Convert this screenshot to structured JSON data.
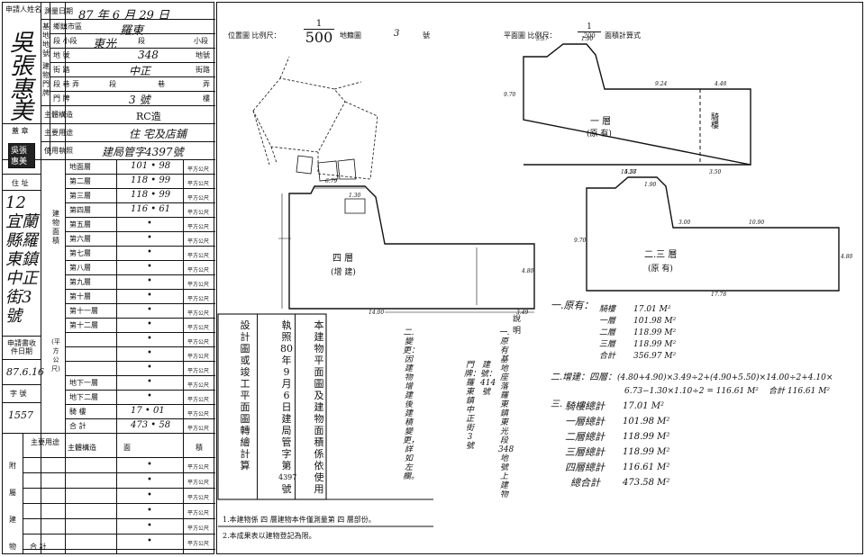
{
  "form": {
    "applicant_label": "申請人姓名",
    "applicant_name_chars": [
      "吳",
      "張",
      "惠",
      "美"
    ],
    "survey_date_label": "測量日期",
    "survey_date": "87 年 6 月 29 日",
    "site_label": "基地地號",
    "township_label": "鄉鎮市區",
    "township": "羅東",
    "section_label": "段 小段",
    "section": "東光",
    "section_suffix": "段",
    "subsection_suffix": "小段",
    "lot_label": "地 號",
    "lot": "348",
    "lot_suffix": "地號",
    "address_label": "建物門牌",
    "street_label": "街 路",
    "street": "中正",
    "street_suffix": "街路",
    "lane_label": "段 巷 弄",
    "lane_values": [
      "段",
      "巷",
      "弄"
    ],
    "number_label": "門 牌",
    "number": "3 號",
    "floor_suffix": "樓",
    "structure_label": "主體構造",
    "structure": "RC造",
    "stamp_label": "蓋 章",
    "use_label": "主要用途",
    "use": "住 宅及店鋪",
    "permit_label": "使用執照",
    "permit": "建局管字4397號",
    "owner_seal": "吳張惠美",
    "address_side_label": "住 址",
    "address_chars": "12 宜蘭縣羅東鎮中正街3號",
    "building_label": "建物面積",
    "unit": "平方公尺",
    "floors": [
      {
        "name": "地面層",
        "area": "101 • 98"
      },
      {
        "name": "第二層",
        "area": "118 • 99"
      },
      {
        "name": "第三層",
        "area": "118 • 99"
      },
      {
        "name": "第四層",
        "area": "116 • 61"
      },
      {
        "name": "第五層",
        "area": "•"
      },
      {
        "name": "第六層",
        "area": "•"
      },
      {
        "name": "第七層",
        "area": "•"
      },
      {
        "name": "第八層",
        "area": "•"
      },
      {
        "name": "第九層",
        "area": "•"
      },
      {
        "name": "第十層",
        "area": "•"
      },
      {
        "name": "第十一層",
        "area": "•"
      },
      {
        "name": "第十二層",
        "area": "•"
      },
      {
        "name": "",
        "area": "•"
      },
      {
        "name": "",
        "area": "•"
      },
      {
        "name": "",
        "area": "•"
      },
      {
        "name": "地下一層",
        "area": "•"
      },
      {
        "name": "地下二層",
        "area": "•"
      },
      {
        "name": "騎 樓",
        "area": "17 • 01"
      },
      {
        "name": "合 計",
        "area": "473 • 58"
      }
    ],
    "apply_date_label": "申請書收件日期",
    "apply_date": "87.6.16",
    "doc_no_label": "字 號",
    "doc_no": "1557",
    "unit_side": "(平方公尺)",
    "annex_label": "附屬建物",
    "annex_headers": [
      "主要用途",
      "主體構造",
      "面",
      "積"
    ],
    "annex_total": "合 計"
  },
  "plan": {
    "location_label": "位置圖 比例尺：",
    "location_scale_num": "1",
    "location_scale_den": "500",
    "location_suffix": "地籍圖",
    "location_no_suffix": "號",
    "location_no": "3",
    "floor_plan_label": "平面圖 比例尺：",
    "floor_scale_num": "1",
    "floor_scale_den": "200",
    "floor_suffix": "面積計算式",
    "label_first": "一 層",
    "label_first_sub": "(原 有)",
    "label_arcade": "騎 樓",
    "label_4": "四 層",
    "label_4_sub": "(增 建)",
    "label_23": "二.三 層",
    "label_23_sub": "(原 有)",
    "dims": [
      "9.70",
      "5.57",
      "1.90",
      "9.24",
      "4.48",
      "14.28",
      "3.50",
      "5.57",
      "1.90",
      "3.00",
      "10.90",
      "9.70",
      "4.80",
      "17.78",
      "6.79",
      "14.00",
      "3.49",
      "4.80",
      "1.30"
    ]
  },
  "cert": {
    "col1": [
      "本",
      "建",
      "物",
      "平",
      "面",
      "圖",
      "及",
      "建",
      "物",
      "面",
      "積",
      "係",
      "依",
      "使",
      "用"
    ],
    "col2": [
      "執",
      "照",
      "80",
      "年",
      "9",
      "月",
      "6",
      "日",
      "建",
      "局",
      "管",
      "字",
      "第",
      "4397",
      "號"
    ],
    "col3": [
      "設",
      "計",
      "圖",
      "或",
      "竣",
      "工",
      "平",
      "面",
      "圖",
      "轉",
      "繪",
      "計",
      "算"
    ],
    "note1": "1.本建物係 四 層建物本件僅測量第 四 層部份。",
    "note2": "2.本成果表以建物登記為限。"
  },
  "explain": {
    "title": "說明",
    "col_a": "一.原有基地座落羅東鎮東光段348地號上建物",
    "col_b": "門 牌：羅東鎮中正街3號",
    "col_c": "建號：414號",
    "col_d": "二.變更：因建物增建後建積變更，詳如左欄。"
  },
  "calc": {
    "original_label": "一.原有：",
    "original": [
      {
        "name": "騎樓",
        "val": "17.01 M²"
      },
      {
        "name": "一層",
        "val": "101.98 M²"
      },
      {
        "name": "二層",
        "val": "118.99 M²"
      },
      {
        "name": "三層",
        "val": "118.99 M²"
      },
      {
        "name": "合計",
        "val": "356.97 M²"
      }
    ],
    "added_label": "二.增建：四層：",
    "added_formula1": "(4.80+4.90)×3.49÷2+(4.90+5.50)×14.00÷2+4.10×",
    "added_formula2": "6.73−1.30×1.10÷2 = 116.61 M²",
    "added_total": "合計 116.61 M²",
    "totals_label": "三.",
    "totals": [
      {
        "name": "騎樓總計",
        "val": "17.01 M²"
      },
      {
        "name": "一層總計",
        "val": "101.98 M²"
      },
      {
        "name": "二層總計",
        "val": "118.99 M²"
      },
      {
        "name": "三層總計",
        "val": "118.99 M²"
      },
      {
        "name": "四層總計",
        "val": "116.61 M²"
      },
      {
        "name": "總合計",
        "val": "473.58 M²"
      }
    ]
  }
}
